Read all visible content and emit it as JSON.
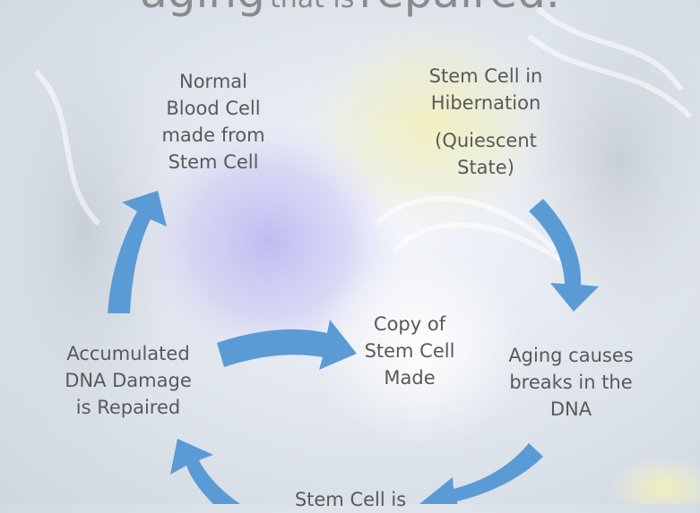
{
  "title": {
    "word1": "aging",
    "word2": "that is",
    "word3": "repaired."
  },
  "nodes": {
    "normal_blood_cell": [
      "Normal",
      "Blood Cell",
      "made from",
      "Stem Cell"
    ],
    "stem_cell_hibernation": [
      "Stem Cell in",
      "Hibernation"
    ],
    "quiescent_state": [
      "(Quiescent",
      "State)"
    ],
    "aging_breaks": [
      "Aging causes",
      "breaks in the",
      "DNA"
    ],
    "stem_cell_is": [
      "Stem Cell is"
    ],
    "dna_repaired": [
      "Accumulated",
      "DNA Damage",
      "is Repaired"
    ],
    "copy_made": [
      "Copy of",
      "Stem Cell",
      "Made"
    ]
  },
  "colors": {
    "arrow": "#5b9bd5",
    "text": "#595959",
    "title": "#8a8a8a"
  }
}
